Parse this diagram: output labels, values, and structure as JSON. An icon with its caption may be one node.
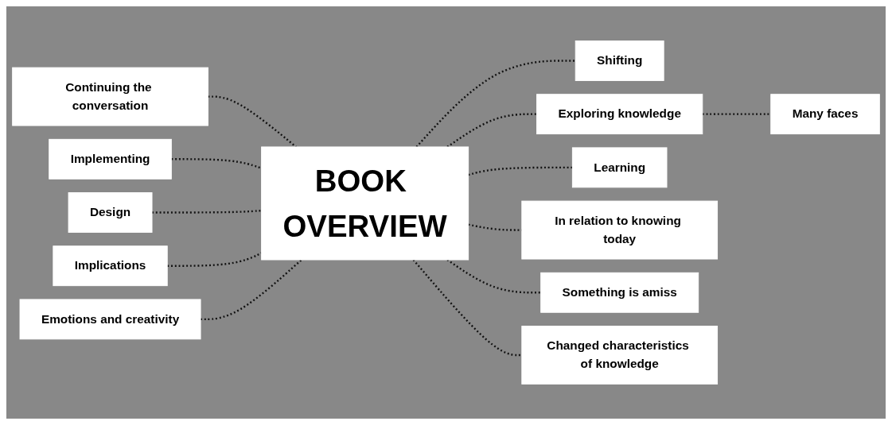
{
  "diagram": {
    "nodes": [
      {
        "text": [
          "BOOK OVERVIEW"
        ]
      },
      {
        "text": [
          "Continuing the conversation"
        ]
      },
      {
        "text": [
          "Shifting"
        ]
      },
      {
        "text": [
          "Exploring knowledge"
        ]
      },
      {
        "text": [
          "Many faces"
        ]
      },
      {
        "text": [
          "Implementing"
        ]
      },
      {
        "text": [
          "Learning"
        ]
      },
      {
        "text": [
          "Design"
        ]
      },
      {
        "text": [
          "In relation to knowing today"
        ]
      },
      {
        "text": [
          "Implications"
        ]
      },
      {
        "text": [
          "Something is amiss"
        ]
      },
      {
        "text": [
          "Emotions and creativity"
        ]
      },
      {
        "text": [
          "Changed characteristics of knowledge"
        ]
      }
    ],
    "edges": [
      {
        "from": 1,
        "to": 0,
        "arrow": "none",
        "style": "dashed"
      },
      {
        "from": 0,
        "to": 2,
        "arrow": "none",
        "style": "dashed"
      },
      {
        "from": 0,
        "to": 3,
        "arrow": "none",
        "style": "dashed"
      },
      {
        "from": 3,
        "to": 4,
        "arrow": "none",
        "style": "dashed"
      },
      {
        "from": 5,
        "to": 0,
        "arrow": "none",
        "style": "dashed"
      },
      {
        "from": 0,
        "to": 6,
        "arrow": "none",
        "style": "dashed"
      },
      {
        "from": 7,
        "to": 0,
        "arrow": "none",
        "style": "dashed"
      },
      {
        "from": 0,
        "to": 8,
        "arrow": "none",
        "style": "dashed"
      },
      {
        "from": 9,
        "to": 0,
        "arrow": "none",
        "style": "dashed"
      },
      {
        "from": 0,
        "to": 10,
        "arrow": "none",
        "style": "dashed"
      },
      {
        "from": 11,
        "to": 0,
        "arrow": "none",
        "style": "dashed"
      },
      {
        "from": 0,
        "to": 12,
        "arrow": "none",
        "style": "dashed"
      }
    ]
  }
}
